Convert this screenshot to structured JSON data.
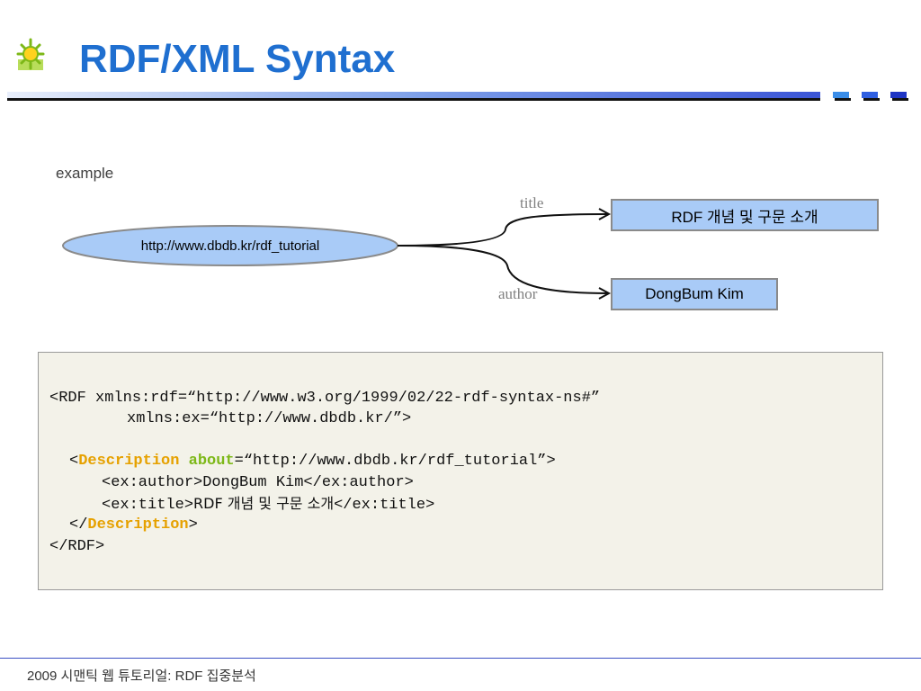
{
  "slide": {
    "title": "RDF/XML Syntax",
    "example_label": "example",
    "footer": "2009 시맨틱 웹 튜토리얼: RDF 집중분석"
  },
  "graph": {
    "subject": "http://www.dbdb.kr/rdf_tutorial",
    "edges": [
      {
        "predicate": "title",
        "object": "RDF 개념 및 구문 소개"
      },
      {
        "predicate": "author",
        "object": "DongBum Kim"
      }
    ]
  },
  "code": {
    "line1": "<RDF xmlns:rdf=“http://www.w3.org/1999/02/22-rdf-syntax-ns#”",
    "line2": "xmlns:ex=“http://www.dbdb.kr/”>",
    "line3_open": "<",
    "line3_element": "Description",
    "line3_attr": "about",
    "line3_value": "=“http://www.dbdb.kr/rdf_tutorial”>",
    "line4": "<ex:author>DongBum Kim</ex:author>",
    "line5_open": "<ex:title>",
    "line5_text": "RDF 개념 및 구문 소개",
    "line5_close": "</ex:title>",
    "line6_open": "</",
    "line6_element": "Description",
    "line6_close": ">",
    "line7": "</RDF>"
  },
  "colors": {
    "title": "#1f6fd0",
    "node_fill": "#a9cbf7",
    "code_keyword": "#e6a100",
    "code_attr": "#7db818",
    "code_bg": "#f3f2e9"
  },
  "icons": {
    "logo": "sun-icon"
  }
}
